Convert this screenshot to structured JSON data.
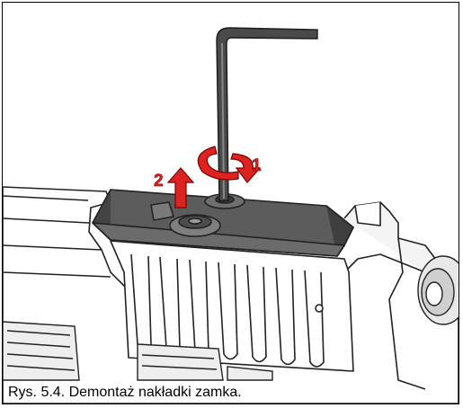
{
  "caption": "Rys. 5.4. Demontaż nakładki zamka.",
  "steps": [
    {
      "label": "1",
      "description_icon": "rotate-arrow-icon"
    },
    {
      "label": "2",
      "description_icon": "up-arrow-icon"
    }
  ],
  "colors": {
    "arrow": "#dd2222",
    "cover": "#5a5a5a",
    "hex_key": "#4a4a4a",
    "outline": "#222222"
  }
}
